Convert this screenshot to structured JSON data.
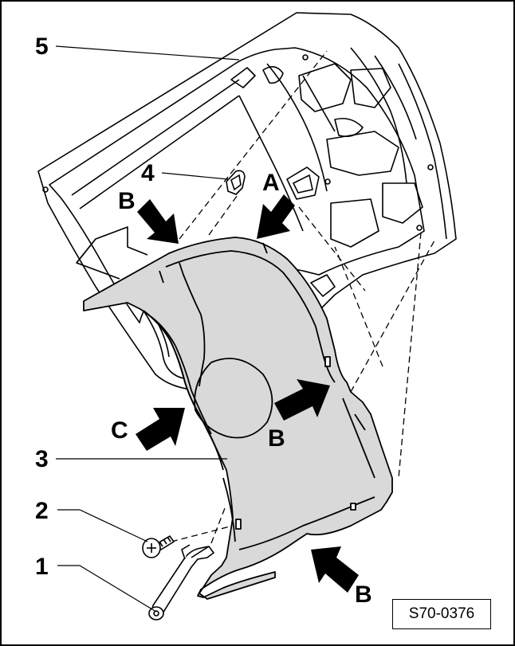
{
  "labels": {
    "n1": "1",
    "n2": "2",
    "n3": "3",
    "n4": "4",
    "n5": "5",
    "a": "A",
    "b": "B",
    "c": "C"
  },
  "reference": "S70-0376",
  "colors": {
    "panel_fill": "#d9d9d9",
    "line": "#000000",
    "background": "#ffffff"
  }
}
